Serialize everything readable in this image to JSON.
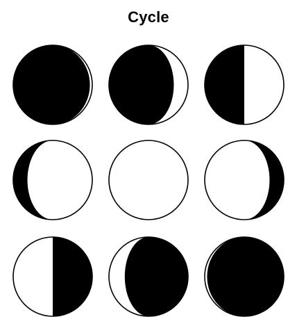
{
  "title": "Cycle",
  "colors": {
    "lit": "#ffffff",
    "shadow": "#000000",
    "outline": "#000000",
    "background": "#ffffff"
  },
  "phases": [
    {
      "name": "new-moon",
      "lit_side": "right",
      "illumination": 0.03
    },
    {
      "name": "waxing-crescent",
      "lit_side": "right",
      "illumination": 0.18
    },
    {
      "name": "first-quarter",
      "lit_side": "right",
      "illumination": 0.5
    },
    {
      "name": "waxing-gibbous",
      "lit_side": "right",
      "illumination": 0.82
    },
    {
      "name": "full-moon",
      "lit_side": "right",
      "illumination": 1.0
    },
    {
      "name": "waning-gibbous",
      "lit_side": "left",
      "illumination": 0.82
    },
    {
      "name": "last-quarter",
      "lit_side": "left",
      "illumination": 0.5
    },
    {
      "name": "waning-crescent",
      "lit_side": "left",
      "illumination": 0.2
    },
    {
      "name": "new-moon-end",
      "lit_side": "left",
      "illumination": 0.03
    }
  ]
}
